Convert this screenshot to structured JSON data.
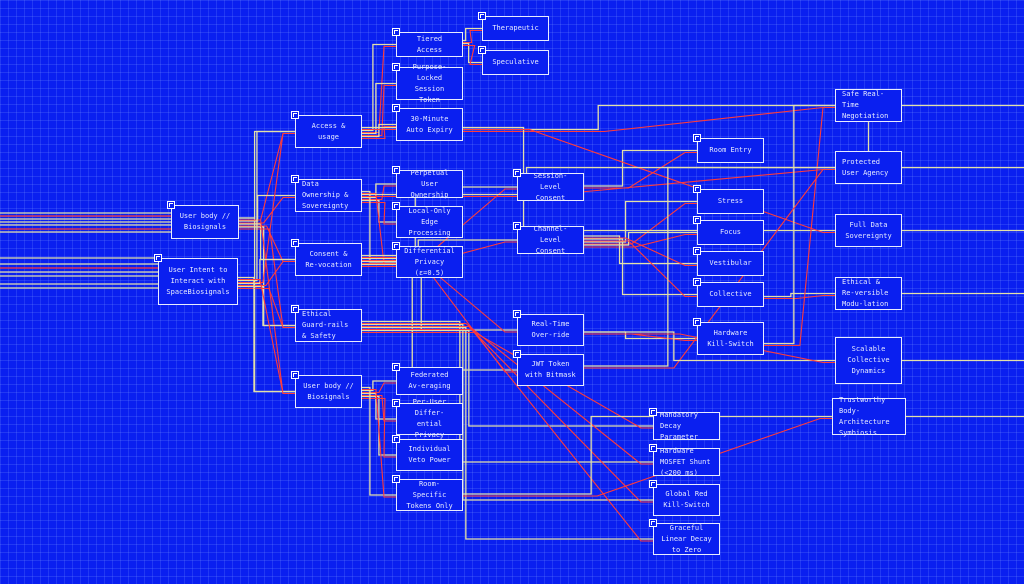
{
  "nodes": {
    "input_body": "User body // Biosignals",
    "input_intent": "User Intent to Interact with SpaceBiosignals",
    "access": "Access & usage",
    "ownership": "Data Ownership & Sovereignty",
    "consent": "Consent & Re-vocation",
    "ethical": "Ethical Guard-rails & Safety",
    "body2": "User body // Biosignals",
    "tiered": "Tiered Access",
    "purpose": "Purpose-Locked Session Token",
    "expiry": "30-Minute Auto Expiry",
    "therapeutic": "Therapeutic",
    "speculative": "Speculative",
    "perpetual": "Perpetual User Ownership",
    "localonly": "Local-Only Edge Processing",
    "diffpriv": "Differential Privacy (ε=0.5)",
    "session": "Session-Level Consent",
    "channel": "Channel-Level Consent",
    "override": "Real-Time Over-ride",
    "jwt": "JWT Token with Bitmask",
    "federated": "Federated Av-eraging",
    "peruser": "Per-User Differ-ential Privacy",
    "veto": "Individual Veto Power",
    "roomtokens": "Room-Specific Tokens Only",
    "roomentry": "Room Entry",
    "stress": "Stress",
    "focus": "Focus",
    "vestibular": "Vestibular",
    "collective": "Collective",
    "killswitch": "Hardware Kill-Switch",
    "decay": "Mandatory Decay Parameter",
    "mosfet": "Hardware MOSFET Shunt (<200 ms)",
    "globalred": "Global Red Kill-Switch",
    "graceful": "Graceful Linear Decay to Zero",
    "out_safe": "Safe Real-Time Negotiation",
    "out_agency": "Protected User Agency",
    "out_sovereignty": "Full Data Sovereignty",
    "out_ethical": "Ethical & Re-versible Modu-lation",
    "out_scalable": "Scalable Collective Dynamics",
    "out_trust": "Trustworthy Body-Architecture Symbiosis"
  },
  "edges": [
    [
      "input_body",
      "access"
    ],
    [
      "input_body",
      "ownership"
    ],
    [
      "input_body",
      "consent"
    ],
    [
      "input_body",
      "ethical"
    ],
    [
      "input_body",
      "body2"
    ],
    [
      "input_intent",
      "access"
    ],
    [
      "input_intent",
      "consent"
    ],
    [
      "input_intent",
      "ethical"
    ],
    [
      "input_intent",
      "body2"
    ],
    [
      "access",
      "tiered"
    ],
    [
      "access",
      "purpose"
    ],
    [
      "access",
      "expiry"
    ],
    [
      "tiered",
      "therapeutic"
    ],
    [
      "tiered",
      "speculative"
    ],
    [
      "ownership",
      "perpetual"
    ],
    [
      "ownership",
      "localonly"
    ],
    [
      "ownership",
      "diffpriv"
    ],
    [
      "consent",
      "session"
    ],
    [
      "consent",
      "channel"
    ],
    [
      "consent",
      "override"
    ],
    [
      "consent",
      "jwt"
    ],
    [
      "body2",
      "federated"
    ],
    [
      "body2",
      "peruser"
    ],
    [
      "body2",
      "veto"
    ],
    [
      "body2",
      "roomtokens"
    ],
    [
      "session",
      "roomentry"
    ],
    [
      "channel",
      "stress"
    ],
    [
      "channel",
      "focus"
    ],
    [
      "channel",
      "vestibular"
    ],
    [
      "channel",
      "collective"
    ],
    [
      "override",
      "killswitch"
    ],
    [
      "ethical",
      "decay"
    ],
    [
      "ethical",
      "mosfet"
    ],
    [
      "ethical",
      "globalred"
    ],
    [
      "ethical",
      "graceful"
    ],
    [
      "expiry",
      "out_safe"
    ],
    [
      "access",
      "out_sovereignty"
    ],
    [
      "ownership",
      "out_agency"
    ],
    [
      "collective",
      "out_ethical"
    ],
    [
      "killswitch",
      "out_safe"
    ],
    [
      "jwt",
      "out_agency"
    ],
    [
      "roomtokens",
      "out_trust"
    ],
    [
      "override",
      "out_scalable"
    ],
    [
      "out_safe",
      "out_agency"
    ]
  ],
  "colors": {
    "background": "#0a1ff0",
    "wire": "#e3e0a8",
    "signal": "#ff3b3b",
    "box": "#e8ecff"
  }
}
